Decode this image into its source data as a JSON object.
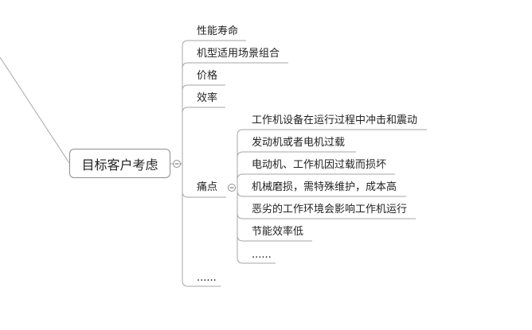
{
  "central_topic": "目标客户考虑",
  "branches": [
    {
      "label": "性能寿命"
    },
    {
      "label": "机型适用场景组合"
    },
    {
      "label": "价格"
    },
    {
      "label": "效率"
    },
    {
      "label": "痛点",
      "children": [
        "工作机设备在运行过程中冲击和震动",
        "发动机或者电机过载",
        "电动机、工作机因过载而损坏",
        "机械磨损，需特殊维护，成本高",
        "恶劣的工作环境会影响工作机运行",
        "节能效率低",
        "......"
      ]
    },
    {
      "label": "......"
    }
  ],
  "colors": {
    "line": "#a6a6a6",
    "text": "#222222",
    "background": "#ffffff"
  },
  "icons": {
    "collapse": "minus-circle-icon"
  }
}
